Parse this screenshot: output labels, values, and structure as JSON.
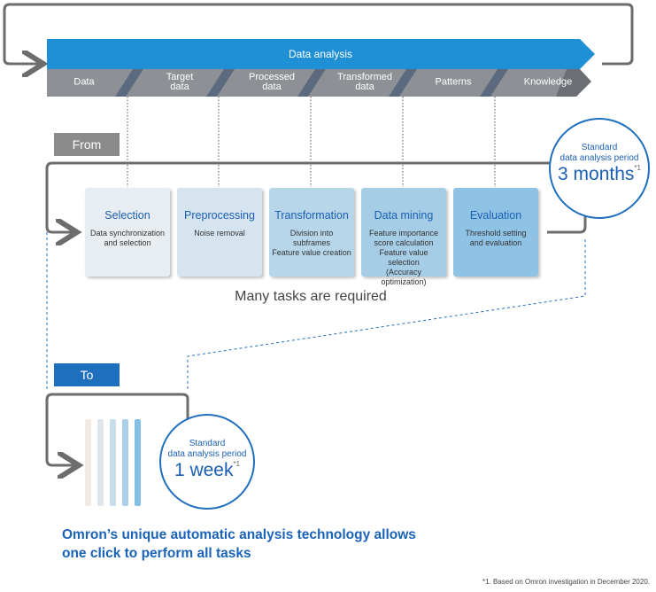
{
  "pipeline": {
    "title": "Data analysis",
    "stages": [
      {
        "label": "Data"
      },
      {
        "label": "Target\ndata"
      },
      {
        "label": "Processed\ndata"
      },
      {
        "label": "Transformed\ndata"
      },
      {
        "label": "Patterns"
      },
      {
        "label": "Knowledge"
      }
    ]
  },
  "from_section": {
    "tag": "From",
    "tasks": [
      {
        "name": "Selection",
        "desc": "Data synchronization\nand selection",
        "color": "#e8edf1"
      },
      {
        "name": "Preprocessing",
        "desc": "Noise removal",
        "color": "#d5e4ef"
      },
      {
        "name": "Transformation",
        "desc": "Division into subframes\nFeature value creation",
        "color": "#b7d6ea"
      },
      {
        "name": "Data mining",
        "desc": "Feature importance\nscore calculation\nFeature value selection\n(Accuracy optimization)",
        "color": "#a6cde6"
      },
      {
        "name": "Evaluation",
        "desc": "Threshold setting\nand evaluation",
        "color": "#8fc3e6"
      }
    ],
    "period_label": "Standard\ndata analysis period",
    "period_value": "3 months",
    "period_note": "*1",
    "caption": "Many tasks are required"
  },
  "to_section": {
    "tag": "To",
    "period_label": "Standard\ndata analysis period",
    "period_value": "1 week",
    "period_note": "*1"
  },
  "headline": "Omron’s unique automatic analysis technology allows\none click to perform all tasks",
  "footnote": "*1. Based on Omron investigation in December 2020.",
  "colors": {
    "accent_blue": "#1f8fd6",
    "dark_blue": "#1a5fb4",
    "gray_bar": "#8d9196",
    "gray_tag": "#8a8a8a"
  }
}
